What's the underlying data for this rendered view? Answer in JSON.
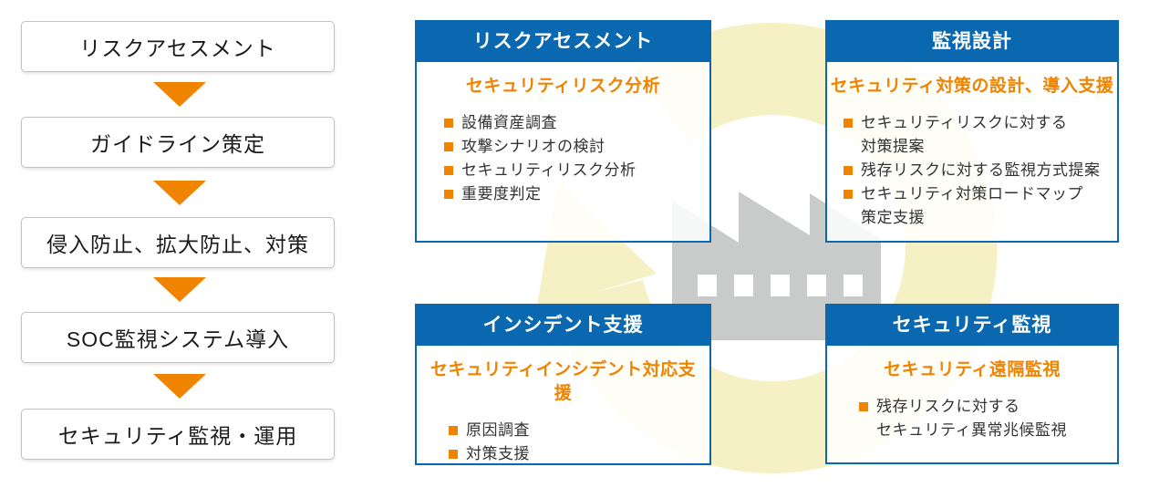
{
  "flow_steps": [
    "リスクアセスメント",
    "ガイドライン策定",
    "侵入防止、拡大防止、対策",
    "SOC監視システム導入",
    "セキュリティ監視・運用"
  ],
  "cards": [
    {
      "title": "リスクアセスメント",
      "subtitle": "セキュリティリスク分析",
      "items": [
        "設備資産調査",
        "攻撃シナリオの検討",
        "セキュリティリスク分析",
        "重要度判定"
      ]
    },
    {
      "title": "監視設計",
      "subtitle": "セキュリティ対策の設計、導入支援",
      "items": [
        "セキュリティリスクに対する\n対策提案",
        "残存リスクに対する監視方式提案",
        "セキュリティ対策ロードマップ\n策定支援"
      ]
    },
    {
      "title": "インシデント支援",
      "subtitle": "セキュリティインシデント対応支援",
      "items": [
        "原因調査",
        "対策支援"
      ]
    },
    {
      "title": "セキュリティ監視",
      "subtitle": "セキュリティ遠隔監視",
      "items": [
        "残存リスクに対する\nセキュリティ異常兆候監視"
      ]
    }
  ],
  "icons": {
    "flow_arrow": "down-triangle-arrow-icon",
    "bullet": "square-bullet-icon",
    "cycle": "cycle-arrow-icon",
    "factory": "factory-icon"
  },
  "colors": {
    "header_blue": "#0a68b0",
    "accent_orange": "#f08300",
    "ring_yellow": "#f6f1c4",
    "factory_gray": "#c9caca",
    "flow_box_border": "#c2c2c2"
  }
}
